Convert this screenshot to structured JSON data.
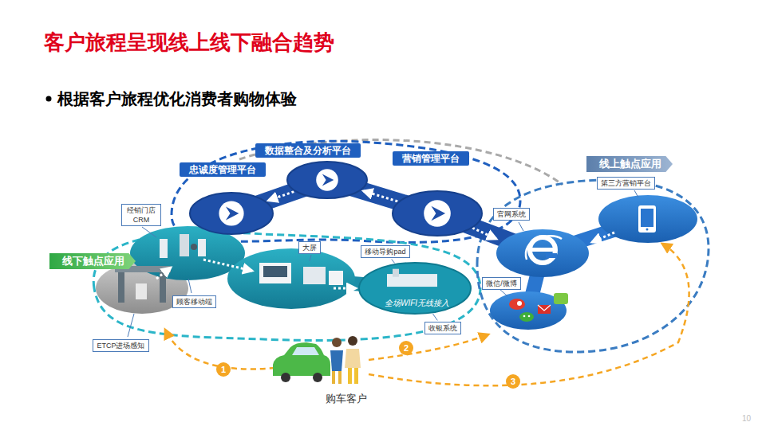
{
  "diagram": {
    "title": "客户旅程呈现线上线下融合趋势",
    "nodes": [
      {
        "text": [
          "忠诚度管理平台"
        ]
      },
      {
        "text": [
          "数据整合及分析平台"
        ]
      },
      {
        "text": [
          "营销管理平台"
        ]
      },
      {
        "text": [
          "线上触点应用"
        ]
      },
      {
        "text": [
          "第三方营销平台"
        ]
      },
      {
        "text": [
          "经销门店 CRM"
        ]
      },
      {
        "text": [
          "官网系统"
        ]
      },
      {
        "text": [
          "大屏"
        ]
      },
      {
        "text": [
          "移动导购pad"
        ]
      },
      {
        "text": [
          "线下触点应用"
        ]
      },
      {
        "text": [
          "全场WIFI无线接入"
        ]
      },
      {
        "text": [
          "微信/微博"
        ]
      },
      {
        "text": [
          "顾客移动端"
        ]
      },
      {
        "text": [
          "收银系统"
        ]
      },
      {
        "text": [
          "ETCP进场感知"
        ]
      }
    ],
    "edges": [
      {
        "from": 1,
        "to": 0,
        "arrow": "to"
      },
      {
        "from": 2,
        "to": 1,
        "arrow": "to"
      },
      {
        "from": 8,
        "to": 10,
        "arrow": "none"
      },
      {
        "from": 13,
        "to": 10,
        "arrow": "none"
      }
    ],
    "labels": [
      "根据客户旅程优化消费者购物体验",
      "1",
      "2",
      "3",
      "购车客户",
      "10"
    ]
  }
}
